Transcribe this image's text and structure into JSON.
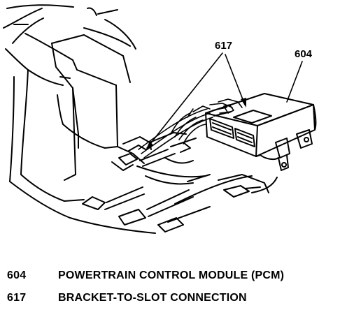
{
  "callouts": {
    "pcm_number": "604",
    "bracket_number": "617"
  },
  "legend": [
    {
      "number": "604",
      "description": "POWERTRAIN CONTROL MODULE (PCM)"
    },
    {
      "number": "617",
      "description": "BRACKET-TO-SLOT CONNECTION"
    }
  ]
}
